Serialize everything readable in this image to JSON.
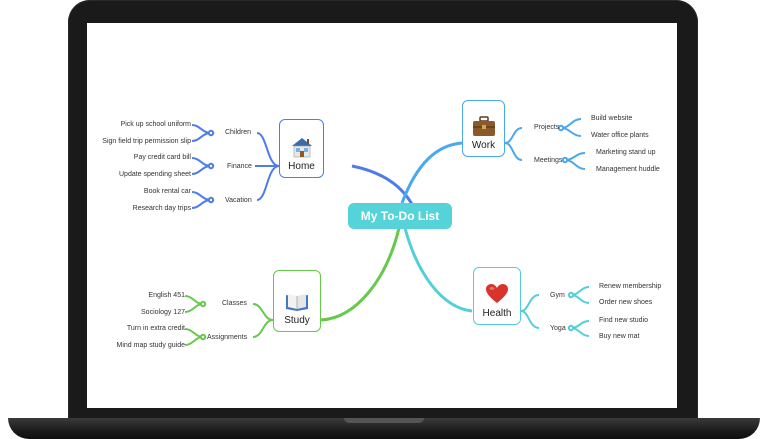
{
  "central": {
    "label": "My To-Do List",
    "color": "#56d3d8"
  },
  "home": {
    "label": "Home",
    "color": "#4e7de9",
    "icon": "house-icon",
    "branches": [
      {
        "label": "Children",
        "items": [
          "Pick up school uniform",
          "Sign field trip permission slip"
        ]
      },
      {
        "label": "Finance",
        "items": [
          "Pay credit card bill",
          "Update spending sheet"
        ]
      },
      {
        "label": "Vacation",
        "items": [
          "Book rental car",
          "Research day trips"
        ]
      }
    ]
  },
  "work": {
    "label": "Work",
    "color": "#4aa8ec",
    "icon": "briefcase-icon",
    "branches": [
      {
        "label": "Projects",
        "items": [
          "Build website",
          "Water office plants"
        ]
      },
      {
        "label": "Meetings",
        "items": [
          "Marketing stand up",
          "Management huddle"
        ]
      }
    ]
  },
  "study": {
    "label": "Study",
    "color": "#67c94b",
    "icon": "book-icon",
    "branches": [
      {
        "label": "Classes",
        "items": [
          "English 451",
          "Sociology 127"
        ]
      },
      {
        "label": "Assignments",
        "items": [
          "Turn in extra credit",
          "Mind map study guide"
        ]
      }
    ]
  },
  "health": {
    "label": "Health",
    "color": "#52cfdb",
    "icon": "heart-icon",
    "branches": [
      {
        "label": "Gym",
        "items": [
          "Renew membership",
          "Order new shoes"
        ]
      },
      {
        "label": "Yoga",
        "items": [
          "Find new studio",
          "Buy new mat"
        ]
      }
    ]
  }
}
